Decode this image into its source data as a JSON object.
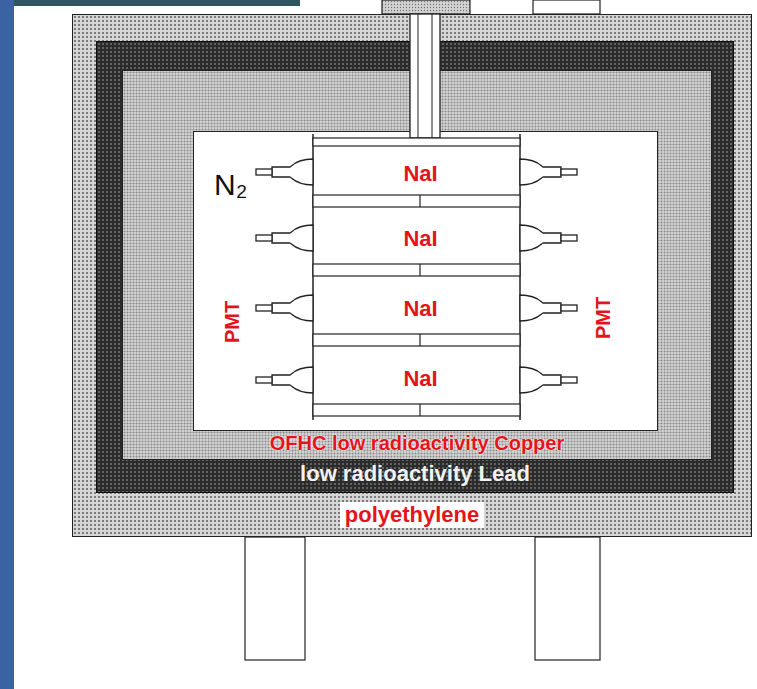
{
  "diagram": {
    "nodes": [
      {
        "text": [
          "polyethylene"
        ]
      },
      {
        "text": [
          "low radioactivity Lead"
        ],
        "in": 0
      },
      {
        "text": [
          "OFHC low radioactivity Copper"
        ],
        "in": 1
      },
      {
        "text": [
          "N₂"
        ],
        "in": 2
      },
      {
        "text": [
          "NaI"
        ],
        "in": 3
      },
      {
        "text": [
          "NaI"
        ],
        "in": 3
      },
      {
        "text": [
          "NaI"
        ],
        "in": 3
      },
      {
        "text": [
          "NaI"
        ],
        "in": 3
      }
    ],
    "labels": [
      "PMT",
      "PMT"
    ]
  }
}
